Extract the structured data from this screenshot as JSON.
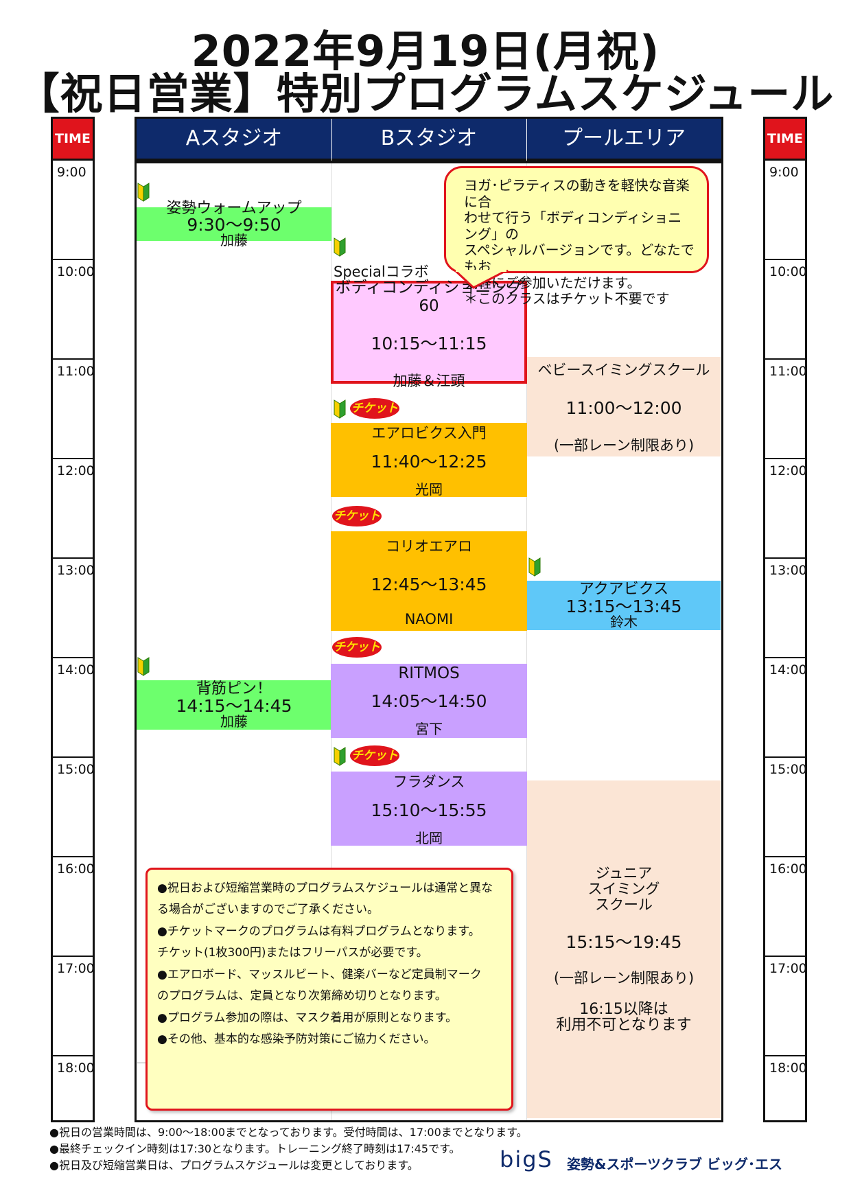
{
  "title": {
    "line1": "2022年9月19日(月祝)",
    "line2": "【祝日営業】特別プログラムスケジュール"
  },
  "time_column": {
    "header": "TIME",
    "hours": [
      "9:00",
      "10:00",
      "11:00",
      "12:00",
      "13:00",
      "14:00",
      "15:00",
      "16:00",
      "17:00",
      "18:00"
    ]
  },
  "studios": [
    "Aスタジオ",
    "Bスタジオ",
    "プールエリア"
  ],
  "programs": {
    "warmup": {
      "name": "姿勢ウォームアップ",
      "time": "9:30〜9:50",
      "instructor": "加藤"
    },
    "special_label": "Specialコラボ",
    "body_cond": {
      "name": "ボディコンディショニング60",
      "time": "10:15〜11:15",
      "instructor": "加藤＆江頭"
    },
    "baby_swim": {
      "name": "ベビースイミングスクール",
      "time": "11:00〜12:00",
      "note": "(一部レーン制限あり)"
    },
    "aerobics": {
      "name": "エアロビクス入門",
      "time": "11:40〜12:25",
      "instructor": "光岡"
    },
    "chorio": {
      "name": "コリオエアロ",
      "time": "12:45〜13:45",
      "instructor": "NAOMI"
    },
    "aquabics": {
      "name": "アクアビクス",
      "time": "13:15〜13:45",
      "instructor": "鈴木"
    },
    "senaka": {
      "name": "背筋ピン！",
      "time": "14:15〜14:45",
      "instructor": "加藤"
    },
    "ritmos": {
      "name": "RITMOS",
      "time": "14:05〜14:50",
      "instructor": "宮下"
    },
    "hula": {
      "name": "フラダンス",
      "time": "15:10〜15:55",
      "instructor": "北岡"
    },
    "junior_swim": {
      "name_l1": "ジュニア",
      "name_l2": "スイミング",
      "name_l3": "スクール",
      "time": "15:15〜19:45",
      "note": "(一部レーン制限あり)",
      "after_l1": "16:15以降は",
      "after_l2": "利用不可となります"
    }
  },
  "ticket_label": "チケット",
  "callout": {
    "lines": [
      "ヨガ･ピラティスの動きを軽快な音楽に合",
      "わせて行う「ボディコンディショニング」の",
      "スペシャルバージョンです。どなたでもお",
      "気軽にご参加いただけます。",
      "＊このクラスはチケット不要です"
    ]
  },
  "notes": {
    "lines": [
      "●祝日および短縮営業時のプログラムスケジュールは通常と異な",
      "る場合がございますのでご了承ください。",
      "●チケットマークのプログラムは有料プログラムとなります。",
      "チケット(1枚300円)またはフリーパスが必要です。",
      "●エアロボード、マッスルビート、健楽バーなど定員制マーク",
      "のプログラムは、定員となり次第締め切りとなります。",
      "●プログラム参加の際は、マスク着用が原則となります。",
      "●その他、基本的な感染予防対策にご協力ください。"
    ]
  },
  "footer": {
    "lines": [
      "●祝日の営業時間は、9:00〜18:00までとなっております。受付時間は、17:00までとなります。",
      "●最終チェックイン時刻は17:30となります。トレーニング終了時刻は17:45です。",
      "●祝日及び短縮営業日は、プログラムスケジュールは変更としております。"
    ],
    "logo_mark": "bigS",
    "logo_text": "姿勢&スポーツクラブ ビッグ･エス"
  },
  "colors": {
    "header_navy": "#0e2a6b",
    "time_red": "#e0141c",
    "green": "#6dff6d",
    "orange": "#ffc000",
    "purple": "#c9a0ff",
    "blue": "#5fc8f8",
    "peach": "#fbe5d5",
    "pink": "#ffc9ff"
  }
}
